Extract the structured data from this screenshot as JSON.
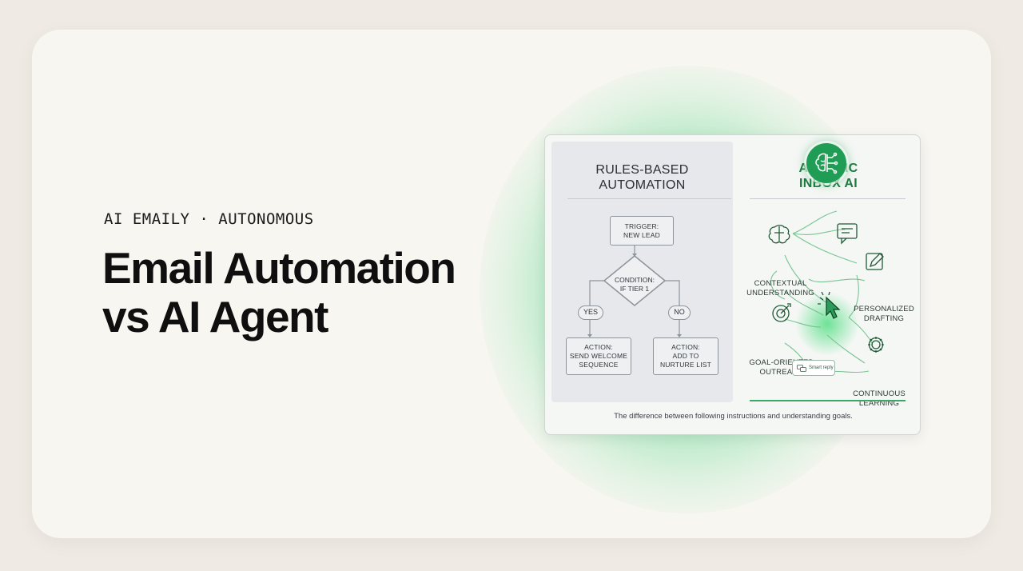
{
  "eyebrow": "AI EMAILY · AUTONOMOUS",
  "headline": {
    "line1": "Email Automation",
    "line2": "vs AI Agent"
  },
  "left_pane": {
    "title_line1": "RULES-BASED",
    "title_line2": "AUTOMATION",
    "trigger": {
      "line1": "TRIGGER:",
      "line2": "NEW LEAD"
    },
    "condition": {
      "line1": "CONDITION:",
      "line2": "IF TIER 1"
    },
    "yes": "YES",
    "no": "NO",
    "action_yes": {
      "line1": "ACTION:",
      "line2": "SEND WELCOME",
      "line3": "SEQUENCE"
    },
    "action_no": {
      "line1": "ACTION:",
      "line2": "ADD TO",
      "line3": "NURTURE LIST"
    }
  },
  "right_pane": {
    "title_line1": "AGENTIC",
    "title_line2": "INBOX AI",
    "features": [
      {
        "line1": "CONTEXTUAL",
        "line2": "UNDERSTANDING",
        "icon": "brain-icon"
      },
      {
        "line1": "PERSONALIZED",
        "line2": "DRAFTING",
        "icon": "pencil-icon"
      },
      {
        "line1": "GOAL-ORIENTED",
        "line2": "OUTREACH",
        "icon": "target-icon"
      },
      {
        "line1": "CONTINUOUS",
        "line2": "LEARNING",
        "icon": "gear-icon"
      }
    ],
    "smart_reply": "Smart reply"
  },
  "caption": "The difference between following instructions and understanding goals.",
  "colors": {
    "accent_green": "#1f9d55",
    "title_green": "#1e7a3f",
    "glow": "#34c76e"
  }
}
